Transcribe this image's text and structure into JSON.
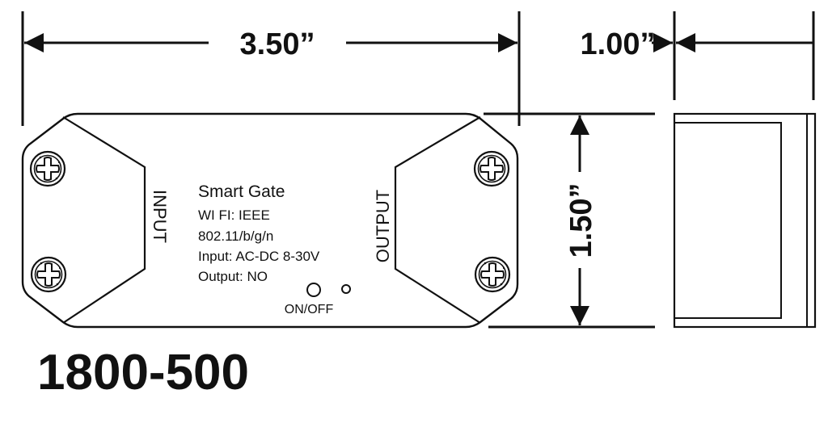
{
  "dimensions": {
    "length": "3.50”",
    "depth": "1.00”",
    "height": "1.50”"
  },
  "device": {
    "name": "Smart Gate",
    "wifi_line1": "WI FI: IEEE",
    "wifi_line2": "802.11/b/g/n",
    "input_spec": "Input: AC-DC 8-30V",
    "output_spec": "Output: NO",
    "switch_label": "ON/OFF",
    "input_port": "INPUT",
    "output_port": "OUTPUT"
  },
  "model_number": "1800-500",
  "colors": {
    "line": "#111111",
    "background": "#ffffff"
  }
}
